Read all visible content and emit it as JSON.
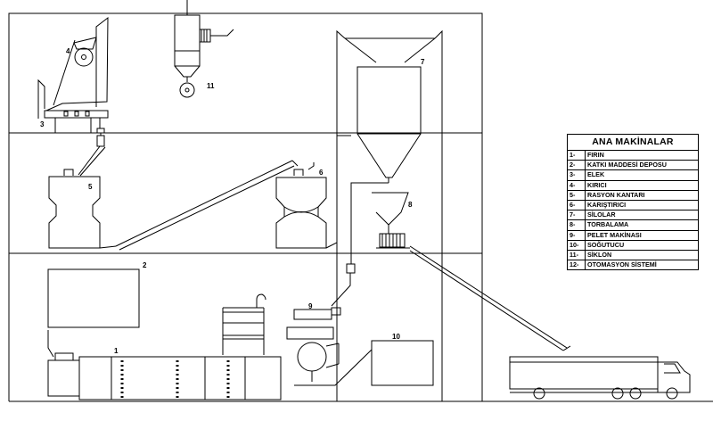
{
  "legend": {
    "title": "ANA MAKİNALAR",
    "items": [
      {
        "num": "1-",
        "label": "FIRIN"
      },
      {
        "num": "2-",
        "label": "KATKI MADDESİ DEPOSU"
      },
      {
        "num": "3-",
        "label": "ELEK"
      },
      {
        "num": "4-",
        "label": "KIRICI"
      },
      {
        "num": "5-",
        "label": "RASYON KANTARI"
      },
      {
        "num": "6-",
        "label": "KARIŞTIRICI"
      },
      {
        "num": "7-",
        "label": "SİLOLAR"
      },
      {
        "num": "8-",
        "label": "TORBALAMA"
      },
      {
        "num": "9-",
        "label": "PELET MAKİNASI"
      },
      {
        "num": "10-",
        "label": "SOĞUTUCU"
      },
      {
        "num": "11-",
        "label": "SİKLON"
      },
      {
        "num": "12-",
        "label": "OTOMASYON SİSTEMİ"
      }
    ]
  },
  "markers": {
    "m1": "1",
    "m2": "2",
    "m3": "3",
    "m4": "4",
    "m5": "5",
    "m6": "6",
    "m7": "7",
    "m8": "8",
    "m9": "9",
    "m10": "10",
    "m11": "11"
  }
}
